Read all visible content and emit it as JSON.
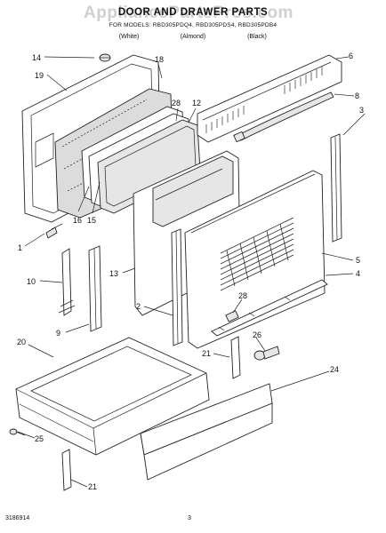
{
  "header": {
    "watermark": "AppliancePartsPros.com",
    "title": "DOOR AND DRAWER PARTS",
    "models": "FOR MODELS: RBD305PDQ4, RBD305PDS4, RBD305PDB4",
    "color_1": "(White)",
    "color_2": "(Almond)",
    "color_3": "(Black)"
  },
  "callouts": {
    "c1": "14",
    "c2": "19",
    "c3": "18",
    "c4": "28",
    "c5": "12",
    "c6": "6",
    "c7": "8",
    "c8": "3",
    "c9": "16",
    "c10": "15",
    "c11": "1",
    "c12": "10",
    "c13": "13",
    "c14": "5",
    "c15": "4",
    "c16": "28",
    "c17": "2",
    "c18": "9",
    "c19": "26",
    "c20": "20",
    "c21": "21",
    "c22": "24",
    "c23": "25",
    "c24": "21"
  },
  "footer": {
    "code": "3186914",
    "page": "3"
  }
}
